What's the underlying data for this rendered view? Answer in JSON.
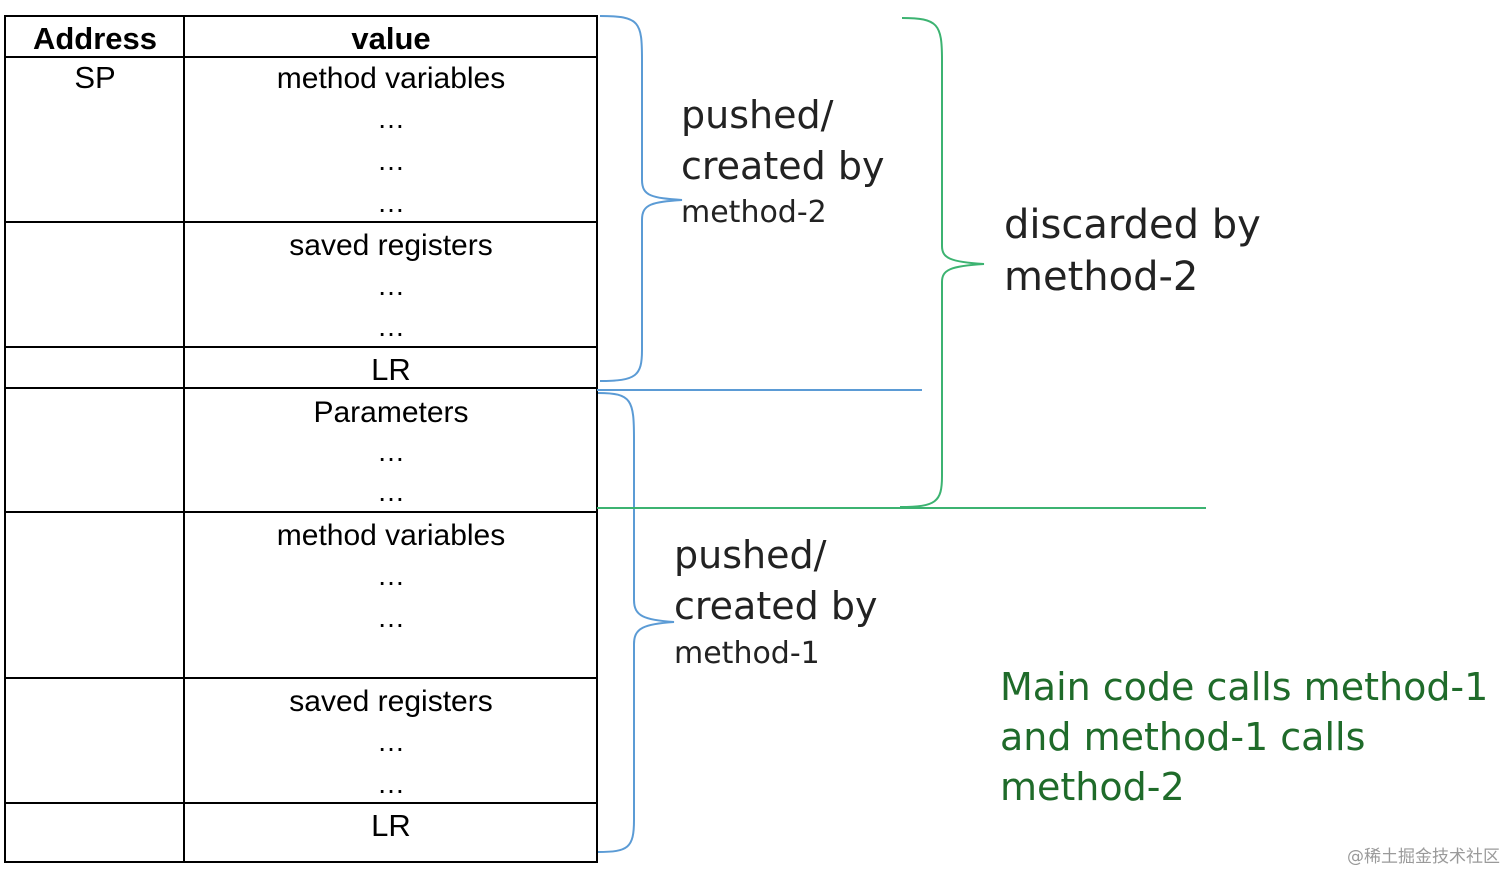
{
  "table": {
    "header": {
      "address": "Address",
      "value": "value"
    },
    "rows": [
      {
        "address": "SP",
        "lines": [
          "method variables",
          "…",
          "…",
          "…"
        ]
      },
      {
        "address": "",
        "lines": [
          "saved registers",
          "…",
          "…"
        ]
      },
      {
        "address": "",
        "lines": [
          "LR"
        ]
      },
      {
        "address": "",
        "lines": [
          "Parameters",
          "…",
          "…"
        ]
      },
      {
        "address": "",
        "lines": [
          "method variables",
          "…",
          "…"
        ]
      },
      {
        "address": "",
        "lines": [
          "saved registers",
          "…",
          "…"
        ]
      },
      {
        "address": "",
        "lines": [
          "LR"
        ]
      }
    ]
  },
  "annotations": {
    "method2_created": {
      "line1": "pushed/",
      "line2": "created by",
      "line3": "method-2"
    },
    "method1_created": {
      "line1": "pushed/",
      "line2": "created by",
      "line3": "method-1"
    },
    "discarded": {
      "line1": "discarded by",
      "line2": "method-2"
    },
    "main_calls": {
      "line1": "Main code calls method-1",
      "line2": "and method-1 calls",
      "line3": "method-2"
    }
  },
  "watermark": "@稀土掘金技术社区",
  "colors": {
    "blue_brace": "#5b9bd5",
    "green_brace": "#3cb371",
    "table_border": "#000000"
  }
}
